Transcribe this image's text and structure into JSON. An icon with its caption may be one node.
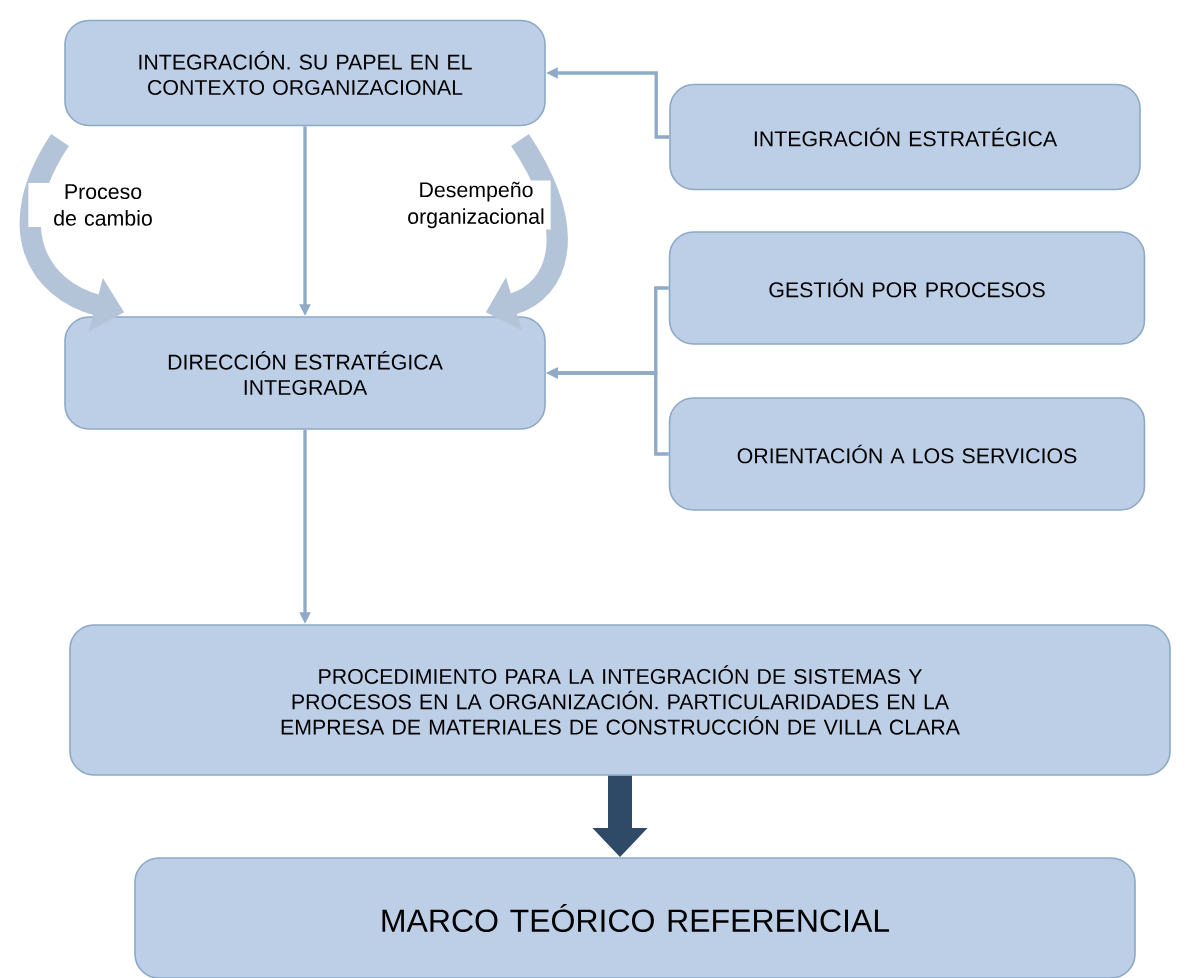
{
  "diagram": {
    "nodes": [
      {
        "text": [
          "INTEGRACIÓN. SU PAPEL EN EL CONTEXTO ORGANIZACIONAL"
        ]
      },
      {
        "text": [
          "INTEGRACIÓN ESTRATÉGICA"
        ]
      },
      {
        "text": [
          "DIRECCIÓN ESTRATÉGICA INTEGRADA"
        ]
      },
      {
        "text": [
          "GESTIÓN POR PROCESOS"
        ]
      },
      {
        "text": [
          "ORIENTACIÓN A LOS SERVICIOS"
        ]
      },
      {
        "text": [
          "PROCEDIMIENTO PARA LA INTEGRACIÓN DE SISTEMAS Y PROCESOS EN LA ORGANIZACIÓN. PARTICULARIDADES EN LA EMPRESA DE MATERIALES DE CONSTRUCCIÓN DE VILLA CLARA"
        ]
      },
      {
        "text": [
          "MARCO TEÓRICO REFERENCIAL"
        ]
      }
    ],
    "edges": [
      {
        "from": 1,
        "to": 0,
        "arrow": "to"
      },
      {
        "from": 0,
        "to": 2,
        "arrow": "to"
      },
      {
        "from": 3,
        "to": 2,
        "arrow": "to"
      },
      {
        "from": 4,
        "to": 2,
        "arrow": "to"
      },
      {
        "from": 2,
        "to": 5,
        "arrow": "to"
      },
      {
        "from": 5,
        "to": 6,
        "arrow": "to",
        "style": "thick",
        "color": "#2e4a66"
      },
      {
        "from": null,
        "to": 2,
        "arrow": "to",
        "label": "Proceso de cambio",
        "style": "thick",
        "color": "#b4c4d8"
      },
      {
        "from": null,
        "to": 2,
        "arrow": "to",
        "label": "Desempeño organizacional",
        "style": "thick",
        "color": "#b4c4d8"
      }
    ]
  }
}
